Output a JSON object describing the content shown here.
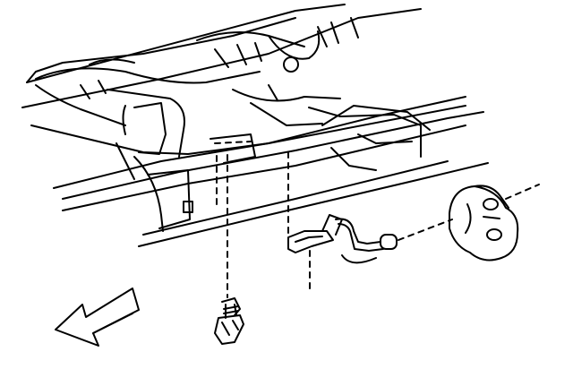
{
  "diagram": {
    "kind": "technical-line-drawing",
    "ink_color": "#000000",
    "background_color": "#ffffff",
    "parts": [
      {
        "id": "frame-rail",
        "icon": "frame-rail-icon"
      },
      {
        "id": "exhaust-hanger-bracket",
        "icon": "bracket-icon"
      },
      {
        "id": "exhaust-hanger-rod",
        "icon": "hanger-rod-icon"
      },
      {
        "id": "rubber-insulator",
        "icon": "insulator-icon"
      },
      {
        "id": "bolt",
        "icon": "bolt-icon"
      },
      {
        "id": "front-direction-arrow",
        "icon": "arrow-left-icon"
      }
    ]
  }
}
